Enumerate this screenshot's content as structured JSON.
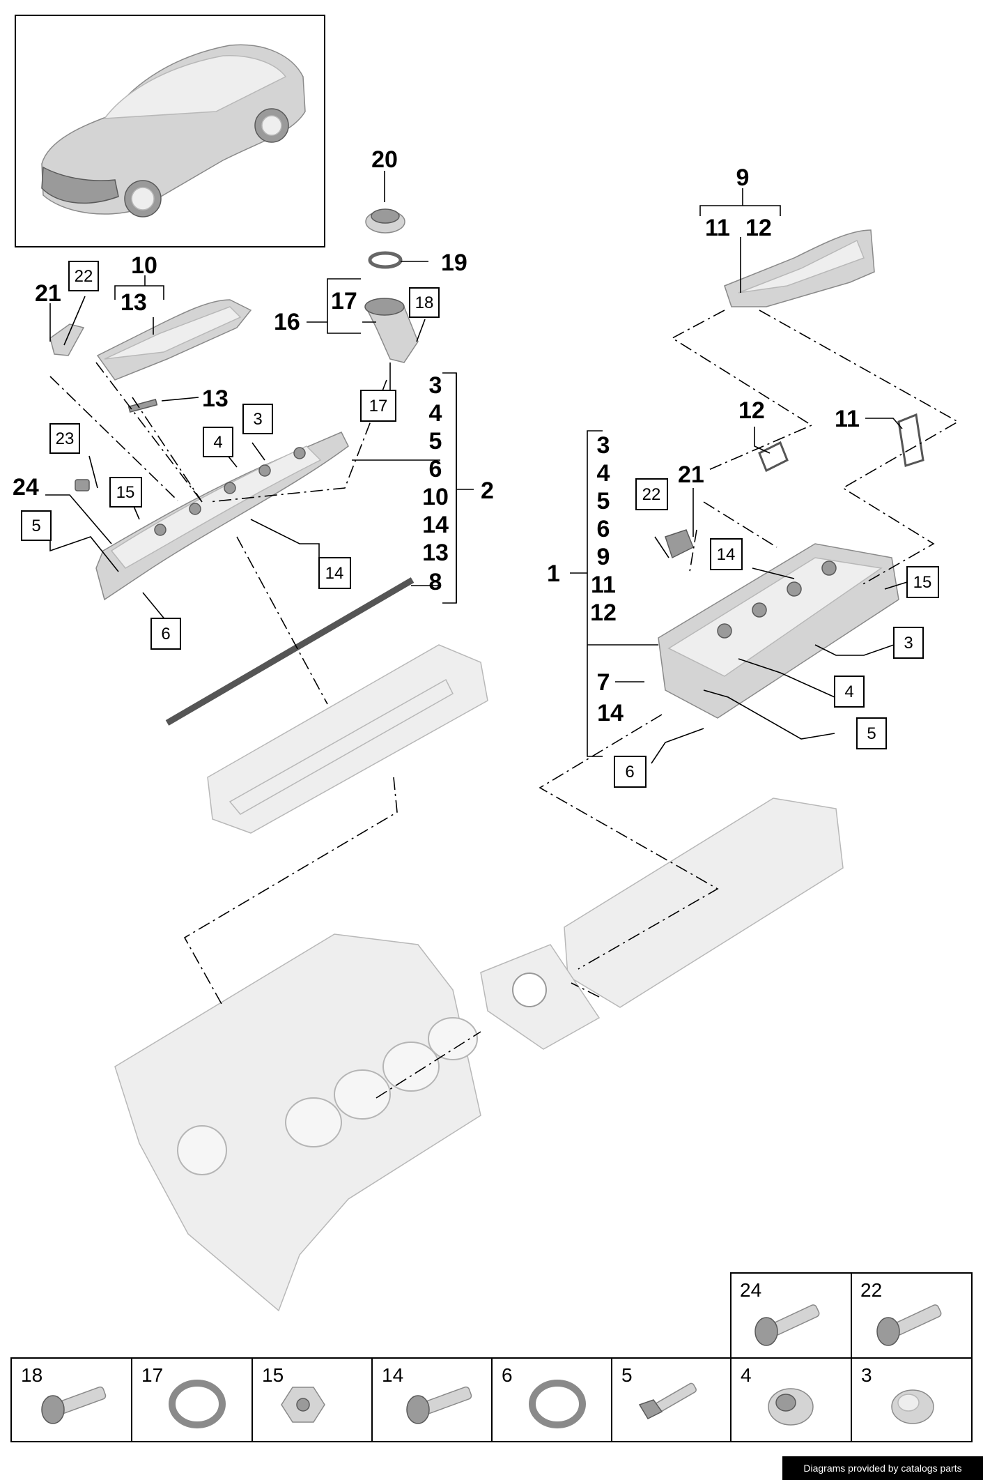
{
  "callouts": {
    "n1": "1",
    "n2": "2",
    "n3": "3",
    "n4": "4",
    "n5": "5",
    "n6": "6",
    "n7": "7",
    "n8": "8",
    "n9": "9",
    "n10": "10",
    "n11": "11",
    "n12": "12",
    "n13": "13",
    "n14": "14",
    "n15": "15",
    "n16": "16",
    "n17": "17",
    "n18": "18",
    "n19": "19",
    "n20": "20",
    "n21": "21",
    "n22": "22",
    "n23": "23",
    "n24": "24"
  },
  "bracket_left": [
    "3",
    "4",
    "5",
    "6",
    "10",
    "14",
    "13",
    "8"
  ],
  "bracket_right_top": [
    "3",
    "4",
    "5",
    "6",
    "9",
    "11",
    "12"
  ],
  "bracket_right_bottom": [
    "7",
    "14"
  ],
  "hardware_table": {
    "top_row": [
      "24",
      "22"
    ],
    "bottom_row": [
      "18",
      "17",
      "15",
      "14",
      "6",
      "5",
      "4",
      "3"
    ]
  },
  "footer": {
    "credit": "Diagrams provided by catalogs parts"
  }
}
